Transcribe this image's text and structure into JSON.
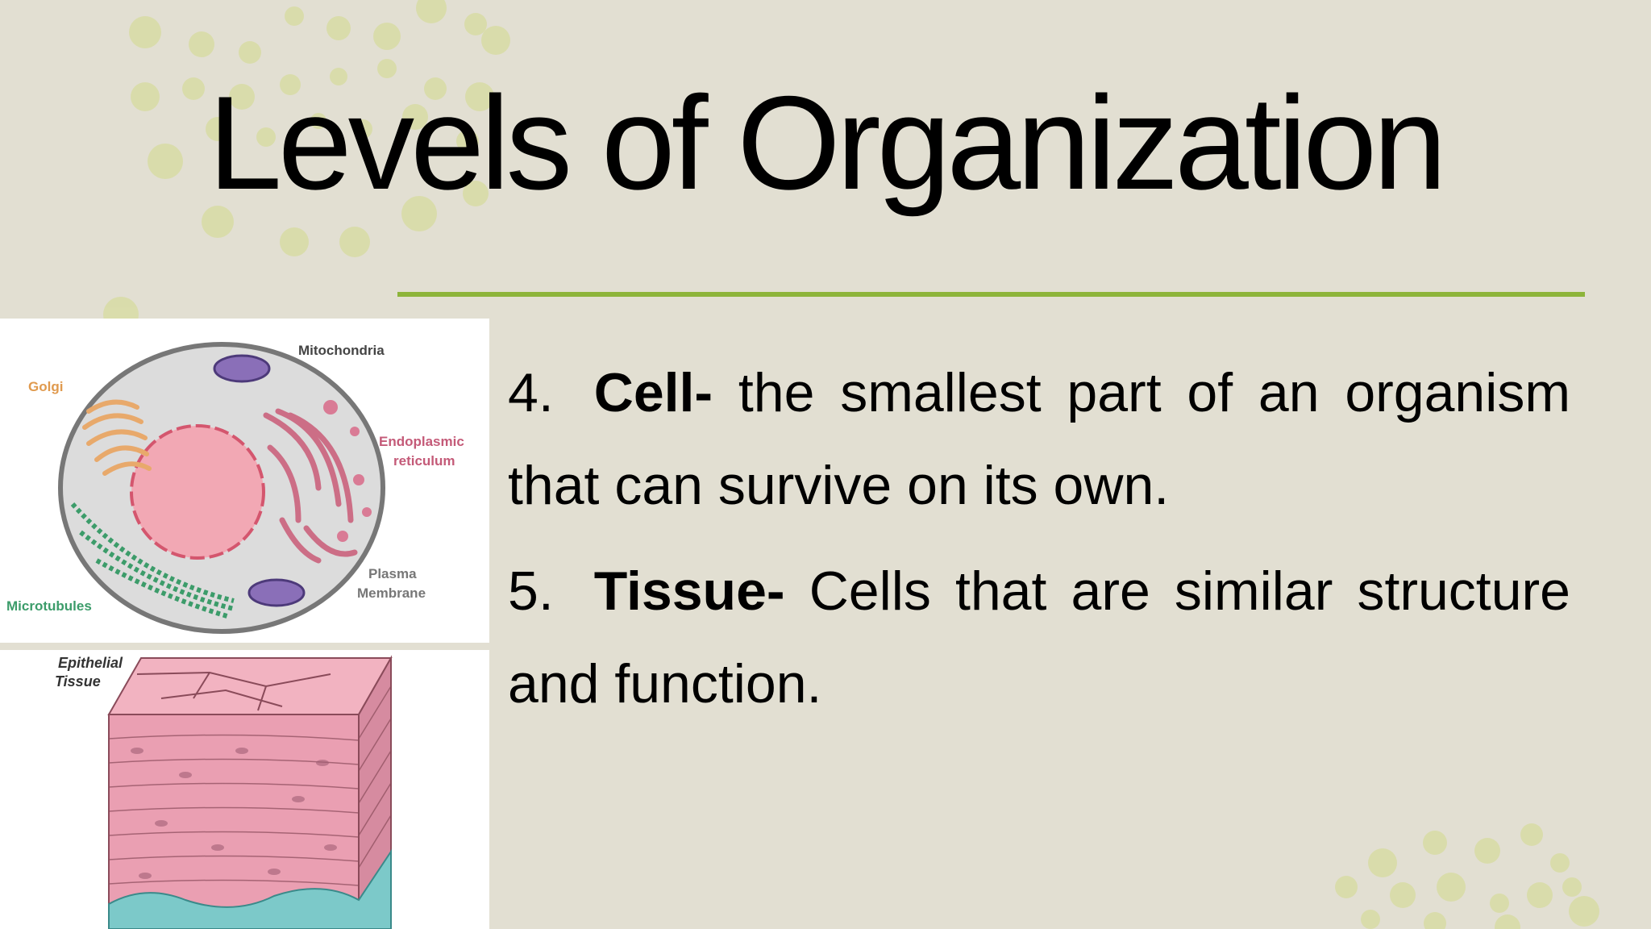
{
  "slide": {
    "title": "Levels of Organization",
    "accent_color": "#8db43a",
    "background_color": "#e2dfd2"
  },
  "items": [
    {
      "number": "4.",
      "term": "Cell-",
      "text": "the smallest part of an organism that can survive on its own."
    },
    {
      "number": "5.",
      "term": "Tissue-",
      "text": "Cells that are similar structure and function."
    }
  ],
  "cell_diagram": {
    "labels": {
      "mitochondria": "Mitochondria",
      "golgi": "Golgi",
      "er_line1": "Endoplasmic",
      "er_line2": "reticulum",
      "plasma_line1": "Plasma",
      "plasma_line2": "Membrane",
      "microtubules": "Microtubules"
    }
  },
  "tissue_diagram": {
    "labels": {
      "line1": "Epithelial",
      "line2": "Tissue"
    }
  }
}
